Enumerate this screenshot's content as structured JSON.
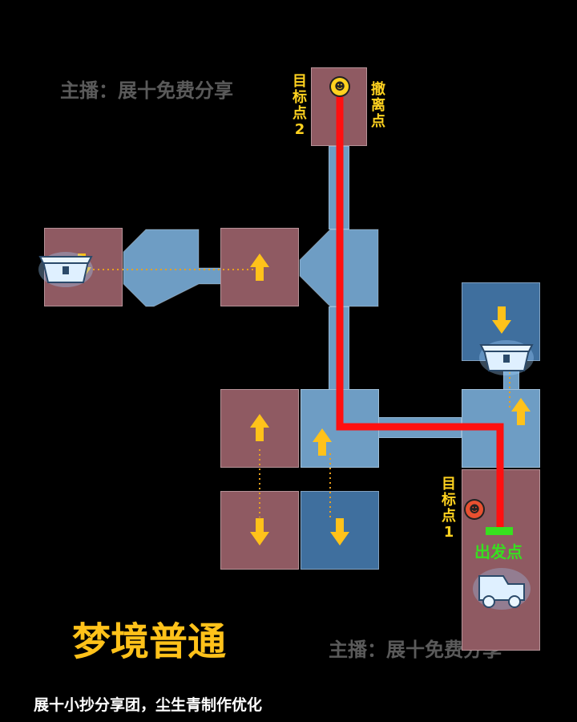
{
  "watermarks": [
    "主播：展十免费分享",
    "主播：展十免费分享"
  ],
  "labels": {
    "target2": [
      "目",
      "标",
      "点",
      "2"
    ],
    "extract": [
      "撤",
      "离",
      "点"
    ],
    "target1": [
      "目",
      "标",
      "点",
      "1"
    ],
    "start": "出发点"
  },
  "title": "梦境普通",
  "credit": "展十小抄分享团，尘生青制作优化",
  "icons": {
    "chest": "treasure-chest-icon",
    "vehicle": "vehicle-icon",
    "target": "target-marker-icon",
    "arrow": "arrow-icon"
  },
  "colors": {
    "route": "#ff1010",
    "arrow": "#ffc21a",
    "start_bar": "#37e01f",
    "room_red": "#8f5a62",
    "room_blue": "#6e9dc4"
  }
}
